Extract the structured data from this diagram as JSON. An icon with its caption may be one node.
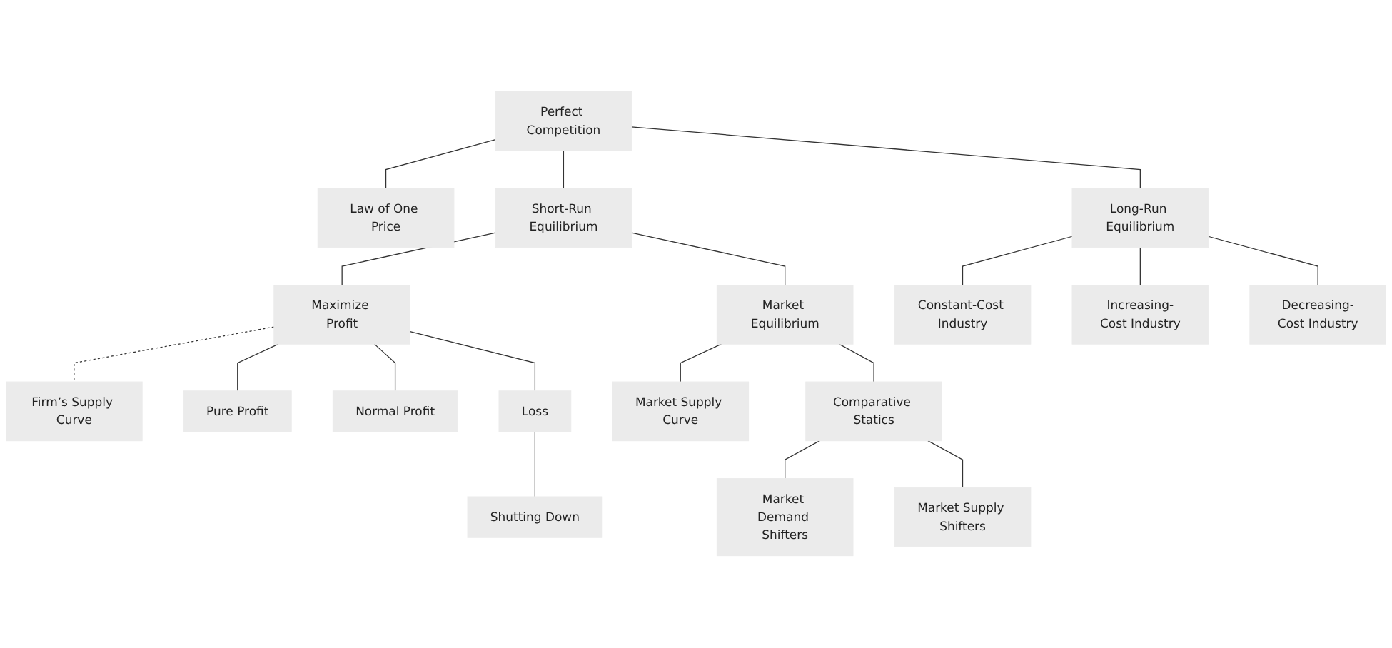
{
  "diagram": {
    "nodes": [
      {
        "text": [
          "Perfect Competition"
        ]
      },
      {
        "text": [
          "Law of One Price"
        ]
      },
      {
        "text": [
          "Short-Run Equilibrium"
        ]
      },
      {
        "text": [
          "Long-Run Equilibrium"
        ]
      },
      {
        "text": [
          "Maximize Profit"
        ]
      },
      {
        "text": [
          "Market Equilibrium"
        ]
      },
      {
        "text": [
          "Constant-Cost Industry"
        ]
      },
      {
        "text": [
          "Increasing-Cost Industry"
        ]
      },
      {
        "text": [
          "Decreasing-Cost Industry"
        ]
      },
      {
        "text": [
          "Firm’s Supply Curve"
        ]
      },
      {
        "text": [
          "Market Supply Curve"
        ]
      },
      {
        "text": [
          "Comparative Statics"
        ]
      },
      {
        "text": [
          "Pure Profit"
        ]
      },
      {
        "text": [
          "Normal Profit"
        ]
      },
      {
        "text": [
          "Loss"
        ]
      },
      {
        "text": [
          "Market Demand Shifters"
        ]
      },
      {
        "text": [
          "Market Supply Shifters"
        ]
      },
      {
        "text": [
          "Shutting Down"
        ]
      }
    ],
    "edges": [
      {
        "from": 0,
        "to": 1,
        "arrow": "none"
      },
      {
        "from": 0,
        "to": 2,
        "arrow": "none"
      },
      {
        "from": 0,
        "to": 3,
        "arrow": "none"
      },
      {
        "from": 2,
        "to": 4,
        "arrow": "none"
      },
      {
        "from": 2,
        "to": 5,
        "arrow": "none"
      },
      {
        "from": 3,
        "to": 6,
        "arrow": "none"
      },
      {
        "from": 3,
        "to": 7,
        "arrow": "none"
      },
      {
        "from": 3,
        "to": 8,
        "arrow": "none"
      },
      {
        "from": 4,
        "to": 9,
        "arrow": "none",
        "style": "dashed"
      },
      {
        "from": 5,
        "to": 10,
        "arrow": "none"
      },
      {
        "from": 5,
        "to": 11,
        "arrow": "none"
      },
      {
        "from": 4,
        "to": 12,
        "arrow": "none"
      },
      {
        "from": 4,
        "to": 13,
        "arrow": "none"
      },
      {
        "from": 4,
        "to": 14,
        "arrow": "none"
      },
      {
        "from": 11,
        "to": 15,
        "arrow": "none"
      },
      {
        "from": 11,
        "to": 16,
        "arrow": "none"
      },
      {
        "from": 14,
        "to": 17,
        "arrow": "none"
      }
    ]
  }
}
